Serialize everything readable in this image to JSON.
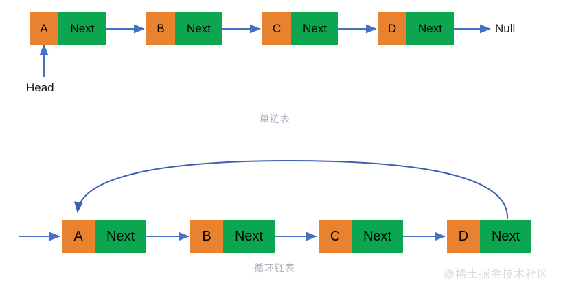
{
  "diagram": {
    "title_singly": "单链表",
    "title_circular": "循环链表",
    "watermark": "@稀土掘金技术社区",
    "colors": {
      "data_cell": "#E8822E",
      "next_cell": "#0CA650",
      "arrow": "#4571C4",
      "arc": "#3B60B0",
      "caption": "#A9B0BB",
      "watermark": "#D6DADE",
      "background": "#FFFFFF"
    },
    "singly_list": {
      "head_label": "Head",
      "terminator_label": "Null",
      "nodes": [
        {
          "data": "A",
          "next": "Next"
        },
        {
          "data": "B",
          "next": "Next"
        },
        {
          "data": "C",
          "next": "Next"
        },
        {
          "data": "D",
          "next": "Next"
        }
      ]
    },
    "circular_list": {
      "nodes": [
        {
          "data": "A",
          "next": "Next"
        },
        {
          "data": "B",
          "next": "Next"
        },
        {
          "data": "C",
          "next": "Next"
        },
        {
          "data": "D",
          "next": "Next"
        }
      ]
    }
  }
}
